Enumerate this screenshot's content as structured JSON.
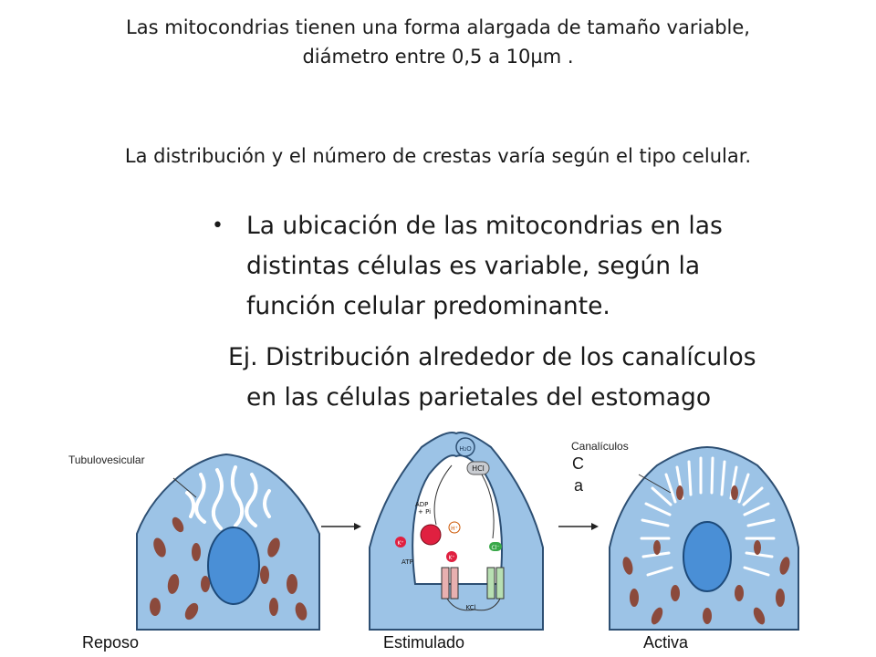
{
  "slide": {
    "title_line1": "Las mitocondrias tienen una forma alargada de tamaño variable,",
    "title_line2": "diámetro entre 0,5 a 10µm .",
    "subtitle": "La distribución y el número de crestas varía según el tipo celular.",
    "bullet_text_line1": "La ubicación de las mitocondrias en las",
    "bullet_text_line2": "distintas células es variable, según la",
    "bullet_text_line3": "función celular predominante.",
    "example_line1": "Ej. Distribución alrededor de los canalículos",
    "example_line2": "en las células parietales del estomago"
  },
  "figure": {
    "label_tubulovesicular": "Tubulovesicular",
    "label_canaliculos": "Canalículos",
    "label_c": "C",
    "label_a": "a",
    "stage_reposo": "Reposo",
    "stage_estimulado": "Estimulado",
    "stage_activa": "Activa",
    "diagram_labels": {
      "h2o": "H₂O",
      "hcl": "HCl",
      "adp": "ADP",
      "pi": "+ Pi",
      "atp": "ATP",
      "kplus": "K⁺",
      "hplus": "H⁺",
      "cl": "Cl⁻",
      "kcl": "KCl"
    }
  },
  "colors": {
    "cell_fill": "#9cc3e6",
    "cell_stroke": "#2d4f73",
    "nucleus": "#4a8fd6",
    "mitochondria": "#8b4a3c",
    "pump": "#e02040"
  }
}
